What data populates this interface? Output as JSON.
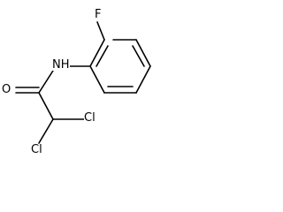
{
  "molecule": {
    "atoms": {
      "fluorine": "F",
      "amide_nitrogen": "NH",
      "carbonyl_oxygen": "O",
      "chlorine_1": "Cl",
      "chlorine_2": "Cl"
    }
  }
}
